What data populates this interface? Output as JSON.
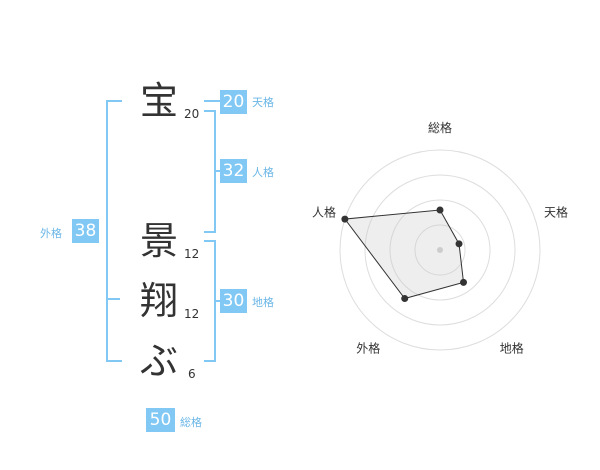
{
  "name_chars": [
    {
      "char": "宝",
      "strokes": "20"
    },
    {
      "char": "景",
      "strokes": "12"
    },
    {
      "char": "翔",
      "strokes": "12"
    },
    {
      "char": "ぶ",
      "strokes": "6"
    }
  ],
  "fortune": {
    "tenkaku": {
      "label": "天格",
      "value": "20"
    },
    "jinkaku": {
      "label": "人格",
      "value": "32"
    },
    "chikaku": {
      "label": "地格",
      "value": "30"
    },
    "gaikaku": {
      "label": "外格",
      "value": "38"
    },
    "soukaku": {
      "label": "総格",
      "value": "50"
    }
  },
  "colors": {
    "accent": "#81c8f5",
    "label": "#6ab6e6",
    "text": "#333333"
  },
  "chart_data": {
    "type": "radar",
    "axes": [
      "総格",
      "天格",
      "地格",
      "外格",
      "人格"
    ],
    "values": [
      0.4,
      0.2,
      0.4,
      0.6,
      1.0
    ],
    "range": [
      0,
      1
    ],
    "rings": 4
  }
}
